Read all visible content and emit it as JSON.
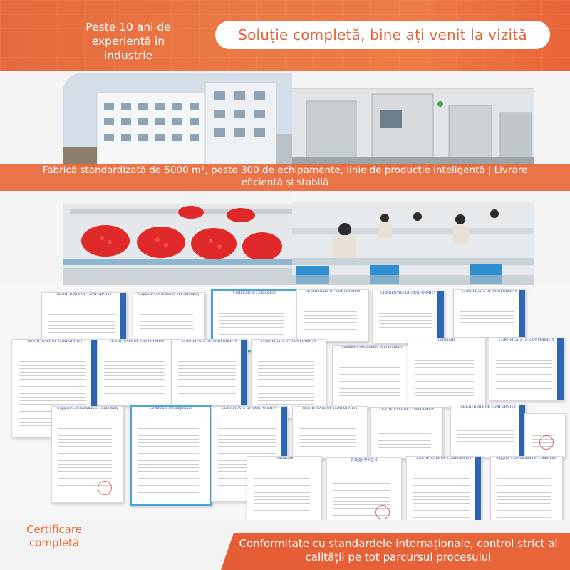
{
  "header": {
    "experience": "Peste 10 ani de experiență în industrie",
    "slogan": "Soluție completă, bine ați venit la vizită"
  },
  "factory": {
    "description": "Fabrică standardizată de 5000 m², peste 300 de echipamente, linie de producție inteligentă | Livrare eficientă și stabilă"
  },
  "certificates": {
    "caption": "Certificare completă",
    "types": [
      "CERTIFICATE OF CONFORMITY",
      "Supplier's Declaration of Conformity",
      "Certificate of Compliance",
      "Certificate",
      "外观设计专利证书"
    ]
  },
  "footer": {
    "text": "Conformitate cu standardele internaționale, control strict al calității pe tot parcursul procesului"
  },
  "colors": {
    "brand_orange": "#e8683a",
    "cert_blue": "#2d66b6"
  }
}
